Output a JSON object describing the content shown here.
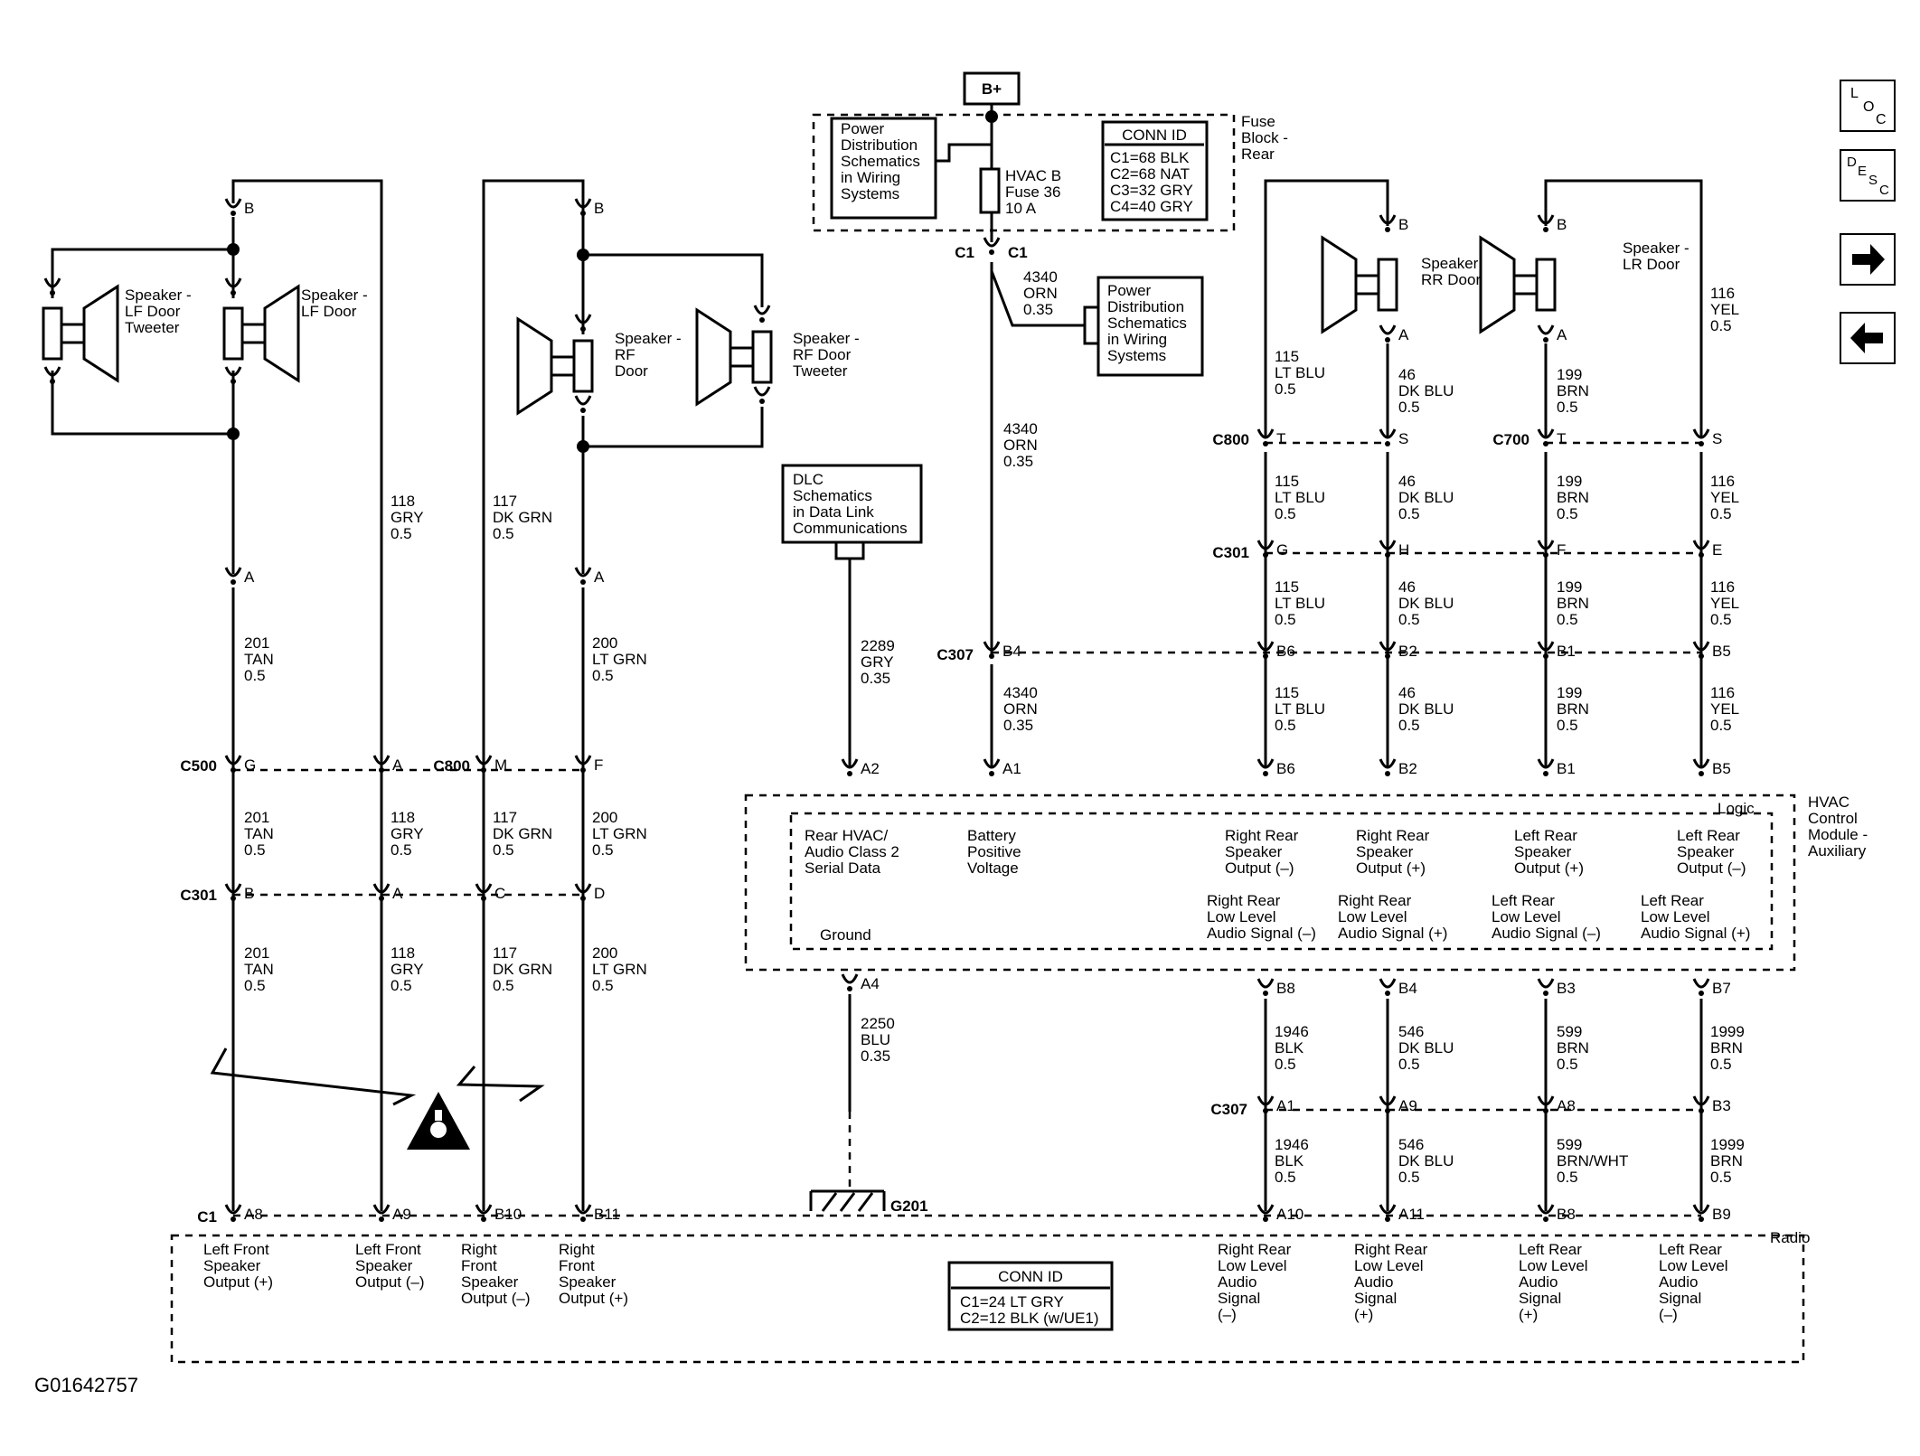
{
  "figure_id": "G01642757",
  "battery_label": "B+",
  "fuse_block": {
    "title_lines": [
      "Fuse",
      "Block -",
      "Rear"
    ],
    "fuse_lines": [
      "HVAC B",
      "Fuse 36",
      "10 A"
    ],
    "ref_lines": [
      "Power",
      "Distribution",
      "Schematics",
      "in Wiring",
      "Systems"
    ],
    "conn_id_title": "CONN ID",
    "conn_ids": [
      "C1=68 BLK",
      "C2=68 NAT",
      "C3=32 GRY",
      "C4=40 GRY"
    ]
  },
  "power_ref_lines": [
    "Power",
    "Distribution",
    "Schematics",
    "in Wiring",
    "Systems"
  ],
  "dlc_ref_lines": [
    "DLC",
    "Schematics",
    "in Data Link",
    "Communications"
  ],
  "speakers": {
    "lf_tweeter": [
      "Speaker -",
      "LF Door",
      "Tweeter"
    ],
    "lf_door": [
      "Speaker -",
      "LF Door"
    ],
    "rf_door": [
      "Speaker -",
      "RF",
      "Door"
    ],
    "rf_tweeter": [
      "Speaker -",
      "RF Door",
      "Tweeter"
    ],
    "rr_door": [
      "Speaker -",
      "RR Door"
    ],
    "lr_door": [
      "Speaker -",
      "LR Door"
    ]
  },
  "connectors": {
    "c1": "C1",
    "c307": "C307",
    "c500": "C500",
    "c800": "C800",
    "c301": "C301",
    "c700": "C700",
    "g201": "G201"
  },
  "wires": {
    "w201": [
      "201",
      "TAN",
      "0.5"
    ],
    "w118": [
      "118",
      "GRY",
      "0.5"
    ],
    "w117": [
      "117",
      "DK GRN",
      "0.5"
    ],
    "w200": [
      "200",
      "LT GRN",
      "0.5"
    ],
    "w4340": [
      "4340",
      "ORN",
      "0.35"
    ],
    "w2289": [
      "2289",
      "GRY",
      "0.35"
    ],
    "w2250": [
      "2250",
      "BLU",
      "0.35"
    ],
    "w115": [
      "115",
      "LT BLU",
      "0.5"
    ],
    "w46": [
      "46",
      "DK BLU",
      "0.5"
    ],
    "w199": [
      "199",
      "BRN",
      "0.5"
    ],
    "w116": [
      "116",
      "YEL",
      "0.5"
    ],
    "w1946": [
      "1946",
      "BLK",
      "0.5"
    ],
    "w546": [
      "546",
      "DK BLU",
      "0.5"
    ],
    "w599": [
      "599",
      "BRN",
      "0.5"
    ],
    "w599b": [
      "599",
      "BRN/WHT",
      "0.5"
    ],
    "w1999": [
      "1999",
      "BRN",
      "0.5"
    ]
  },
  "hvac_module": {
    "title_lines": [
      "HVAC",
      "Control",
      "Module -",
      "Auxiliary"
    ],
    "logic": "Logic",
    "ground": "Ground",
    "inputs": [
      [
        "Rear HVAC/",
        "Audio Class 2",
        "Serial Data"
      ],
      [
        "Battery",
        "Positive",
        "Voltage"
      ],
      [
        "Right Rear",
        "Speaker",
        "Output (–)"
      ],
      [
        "Right Rear",
        "Speaker",
        "Output (+)"
      ],
      [
        "Left Rear",
        "Speaker",
        "Output (+)"
      ],
      [
        "Left Rear",
        "Speaker",
        "Output (–)"
      ]
    ],
    "outputs": [
      [
        "Right Rear",
        "Low Level",
        "Audio Signal (–)"
      ],
      [
        "Right Rear",
        "Low Level",
        "Audio Signal (+)"
      ],
      [
        "Left Rear",
        "Low Level",
        "Audio Signal (–)"
      ],
      [
        "Left Rear",
        "Low Level",
        "Audio Signal (+)"
      ]
    ]
  },
  "radio": {
    "title": "Radio",
    "conn_id_title": "CONN ID",
    "conn_ids": [
      "C1=24 LT GRY",
      "C2=12 BLK (w/UE1)"
    ],
    "pins": [
      [
        "Left Front",
        "Speaker",
        "Output (+)"
      ],
      [
        "Left Front",
        "Speaker",
        "Output (–)"
      ],
      [
        "Right",
        "Front",
        "Speaker",
        "Output (–)"
      ],
      [
        "Right",
        "Front",
        "Speaker",
        "Output (+)"
      ],
      [
        "Right Rear",
        "Low Level",
        "Audio",
        "Signal",
        "(–)"
      ],
      [
        "Right Rear",
        "Low Level",
        "Audio",
        "Signal",
        "(+)"
      ],
      [
        "Left Rear",
        "Low Level",
        "Audio",
        "Signal",
        "(+)"
      ],
      [
        "Left Rear",
        "Low Level",
        "Audio",
        "Signal",
        "(–)"
      ]
    ]
  },
  "pin_labels": {
    "B": "B",
    "A": "A",
    "G": "G",
    "M": "M",
    "F": "F",
    "C": "C",
    "D": "D",
    "T": "T",
    "S": "S",
    "H": "H",
    "E": "E",
    "B4": "B4",
    "B6": "B6",
    "B2": "B2",
    "B1": "B1",
    "B5": "B5",
    "A1": "A1",
    "A2": "A2",
    "A4": "A4",
    "B8": "B8",
    "B3": "B3",
    "B7": "B7",
    "A9": "A9",
    "A8": "A8",
    "A10": "A10",
    "A11": "A11",
    "B9": "B9",
    "B10": "B10",
    "B11": "B11"
  },
  "nav_buttons": [
    {
      "name": "loc-button",
      "letters": [
        "L",
        "O",
        "C"
      ]
    },
    {
      "name": "desc-button",
      "letters": [
        "D",
        "E",
        "S",
        "C"
      ]
    },
    {
      "name": "next-arrow-button",
      "icon": "arrow-right-icon"
    },
    {
      "name": "prev-arrow-button",
      "icon": "arrow-left-icon"
    }
  ]
}
